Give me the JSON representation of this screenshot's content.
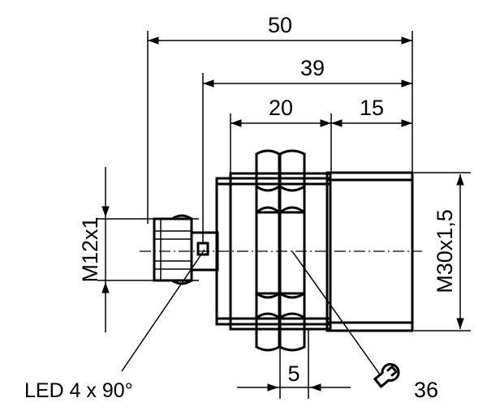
{
  "drawing": {
    "dimensions": {
      "overall_length": "50",
      "body_length": "39",
      "nut_section_length": "20",
      "sensor_face_length": "15",
      "nut_width": "5",
      "connector_thread": "M12x1",
      "body_thread": "M30x1,5",
      "wrench_size": "36"
    },
    "labels": {
      "led": "LED 4 x 90°"
    },
    "icons": {
      "wrench": "wrench-icon"
    }
  }
}
